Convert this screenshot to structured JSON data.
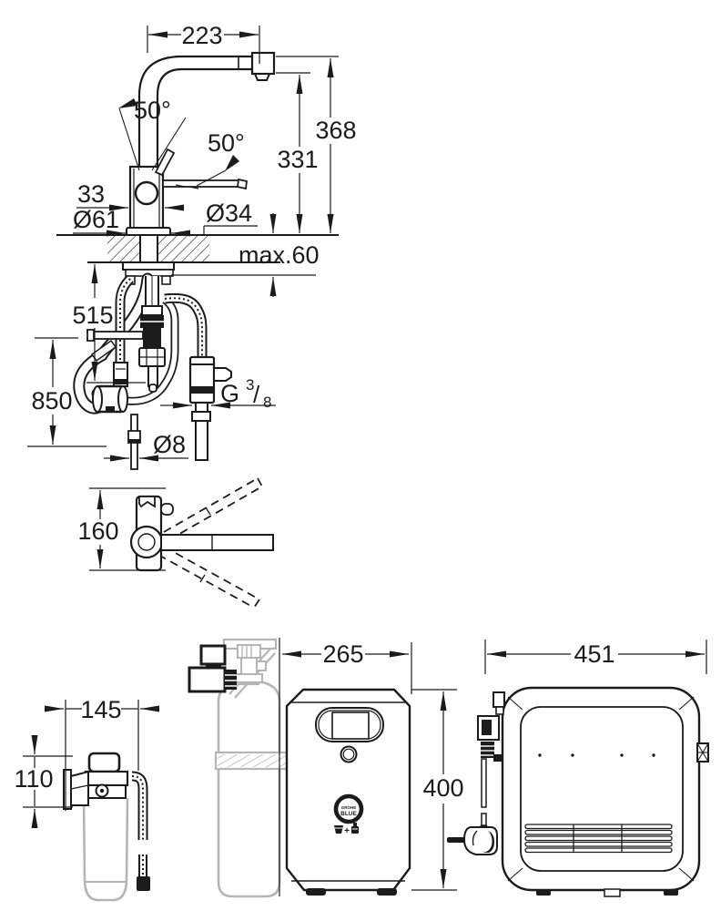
{
  "drawing": {
    "title": "faucet-and-cooler-dimension-drawing",
    "dims": {
      "spout_reach": "223",
      "total_height": "368",
      "spout_height": "331",
      "angle_left": "50°",
      "angle_right": "50°",
      "body_width": "33",
      "base_diameter": "Ø61",
      "shank_diameter": "Ø34",
      "deck_thickness_max": "max.60",
      "hose_length_a": "515",
      "hose_length_b": "850",
      "thread_g": "G",
      "thread_numerator": "3",
      "thread_slash": "/",
      "thread_denominator": "8",
      "tube_diameter": "Ø8",
      "swivel_height": "160",
      "filter_width": "145",
      "filter_height": "110",
      "cooler_width": "265",
      "cooler_height": "400",
      "cooler_depth": "451"
    },
    "badge": {
      "line1": "GROHE",
      "line2": "BLUE",
      "plus": "+"
    }
  }
}
